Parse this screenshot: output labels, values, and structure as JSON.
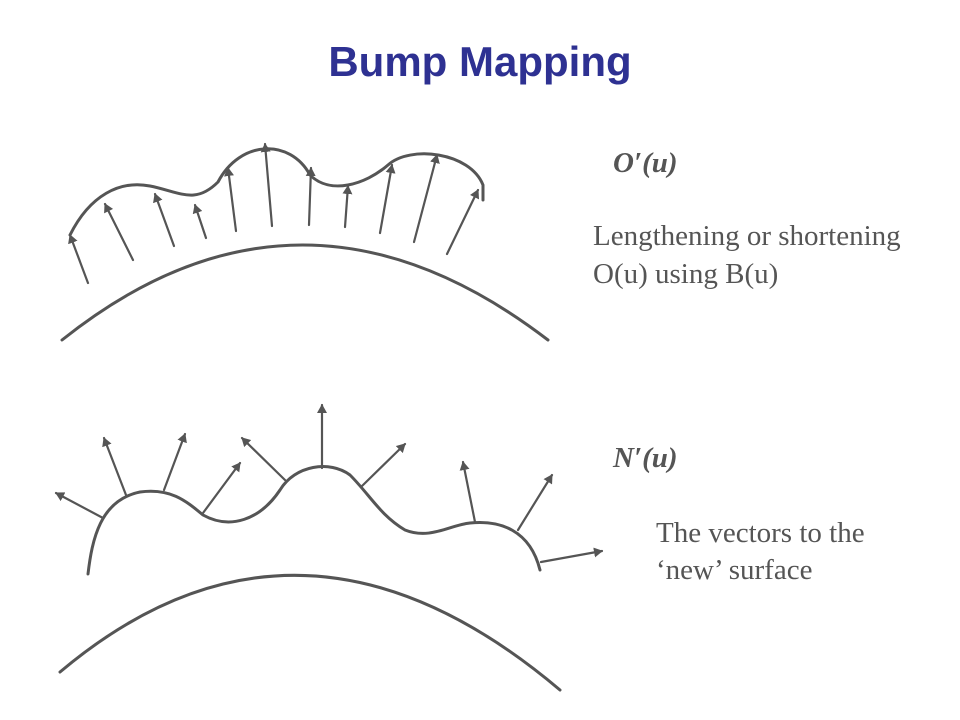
{
  "title": "Bump Mapping",
  "colors": {
    "title": "#2e3192",
    "line": "#555555",
    "text": "#555555",
    "background": "#ffffff"
  },
  "top_figure": {
    "label": "O′(u)",
    "description_line1": "Lengthening or shortening",
    "description_line2": "O(u) using B(u)"
  },
  "bottom_figure": {
    "label": "N′(u)",
    "description_line1": "The vectors to the",
    "description_line2": "‘new’ surface"
  }
}
